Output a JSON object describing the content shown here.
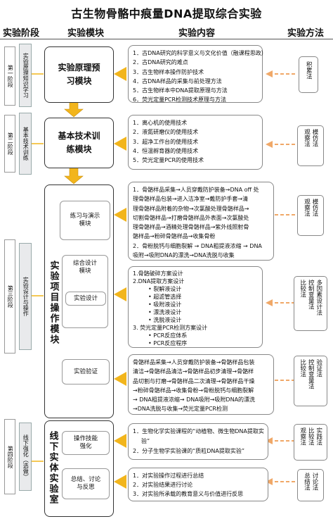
{
  "title": "古生物骨骼中痕量DNA提取综合实验",
  "headers": {
    "stage": "实验阶段",
    "module": "实验模块",
    "content": "实验内容",
    "method": "实验方法"
  },
  "stages": [
    {
      "num": "第一阶段",
      "name": "实验原理知识学习"
    },
    {
      "num": "第二阶段",
      "name": "基本技术训练"
    },
    {
      "num": "第三阶段",
      "name": "实验设计与操作"
    },
    {
      "num": "第四阶段",
      "name": "线下强化（选做）"
    }
  ],
  "modules": {
    "principle": "实验原理预习模块",
    "basic": "基本技术训练模块",
    "project": "实验项目操作模块",
    "offline": "线下实体实验室",
    "sub_practice": "练习与演示模块",
    "sub_design_title": "综合设计模块",
    "sub_design": "实验设计",
    "sub_verify": "实验验证",
    "sub_strengthen": "操作技能强化",
    "sub_summary": "总结、讨论与反思"
  },
  "contents": {
    "principle": [
      "1．古DNA研究的科学意义与文化价值（融课程思政）",
      "2．古DNA研究的难点",
      "3．古生物样本操作防护技术",
      "4．古DNA样品的采集与前处理方法",
      "5．古生物样本中DNA提取原理与方法",
      "6．荧光定量PCR检测技术原理与方法"
    ],
    "basic": [
      "1．离心机的使用技术",
      "2．液氮研磨仪的使用技术",
      "3．超净工作台的使用技术",
      "4．恒温孵育器的使用技术",
      "5．荧光定量PCR的使用技术"
    ],
    "practice": [
      "1．骨骼样品采集→人员穿戴防护装备→DNA off 处",
      "理骨骼样品包装→进入洁净室→戴防护手套→清",
      "理骨骼样品附着的杂物→次氯酸处理骨骼样品→",
      "切割骨骼样品→打磨骨骼样品外表面→次氯酸处",
      "理骨骼样品→酒精处理骨骼样品→紫外线照射骨",
      "骼样品→粉碎骨骼样品→收集骨粉",
      "2．骨粉脱钙与细胞裂解 → DNA粗提液浓缩 → DNA",
      "吸附→吸附DNA的漂洗→DNA洗脱与收集"
    ],
    "design": [
      "1.骨骼破碎方案设计",
      "2.DNA提取方案设计",
      "• 裂解液设计",
      "• 超滤管选择",
      "• 吸附液设计",
      "• 漂洗液设计",
      "• 洗脱液设计",
      "3. 荧光定量PCR检测方案设计",
      "• PCR反应体系",
      "• PCR反应程序"
    ],
    "verify": [
      "骨骼样品采集→人员穿戴防护装备→骨骼样品包装",
      "清洁→骨骼样品清洁→骨骼样品初步清理→骨骼样",
      "品切割与打磨→骨骼样品二次清理→骨骼样品干燥",
      "→粉碎骨骼样品→收集骨粉→骨粉脱钙与细胞裂解",
      "→ DNA粗提液浓缩→ DNA吸附→吸附DNA的漂洗",
      "→DNA洗脱与收集→荧光定量PCR检测"
    ],
    "strengthen": [
      "1．生物化学实验课程的“动植物、微生物DNA提取实",
      "验”",
      "2．分子生物学实验课的“质粒DNA提取实验”"
    ],
    "summary": [
      "1．对实验操作过程进行总结",
      "2．对实验结果进行讨论",
      "3．对实验所承载的教育意义与价值进行反思"
    ]
  },
  "methods": {
    "m1": [
      "积累法"
    ],
    "m2": [
      "观察法",
      "模仿法"
    ],
    "m3": [
      "观察法",
      "模仿法"
    ],
    "m4": [
      "比较法",
      "控制变量法",
      "多因素设计法"
    ],
    "m5": [
      "比较法",
      "控制变量法",
      "验证法"
    ],
    "m6": [
      "观察法",
      "比较法",
      "实践法"
    ],
    "m7": [
      "总结法",
      "讨论法"
    ]
  },
  "colors": {
    "arrow_yellow": "#f2b51c",
    "arrow_orange": "#f0a868",
    "panel_grey": "#e9eaec"
  }
}
